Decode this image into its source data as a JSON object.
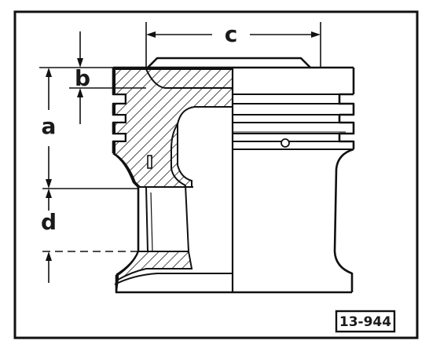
{
  "labels": {
    "a": "a",
    "b": "b",
    "c": "c",
    "d": "d"
  },
  "figure_ref": "13-944"
}
